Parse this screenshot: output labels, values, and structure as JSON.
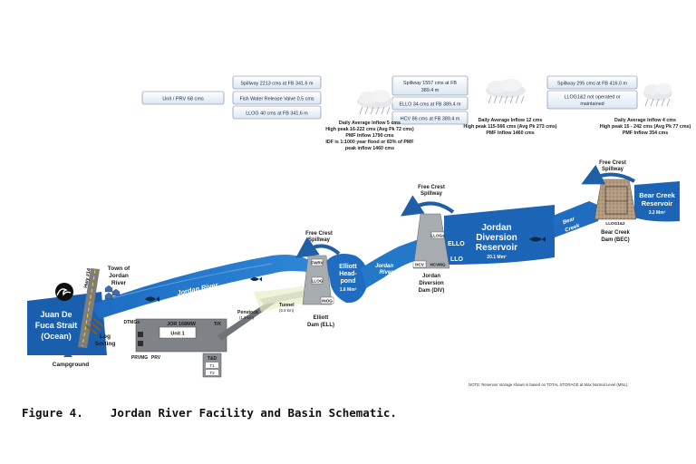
{
  "info_boxes": {
    "unit_prv": "Unit / PRV 68 cms",
    "ell_spillway": "Spillway 2213 cms at FB 341.6 m",
    "ell_fwrv": "Fish Water Release Valve 0.5 cms",
    "ell_llog": "LLOG 40 cms at FB 341.6 m",
    "div_spillway_l1": "Spillway 1557 cms at FB",
    "div_spillway_l2": "389.4 m",
    "div_ello": "ELLO 34 cms at FB 389.4 m",
    "div_hcv": "HCV 86 cms at FB 389.4 m",
    "bec_spillway": "Spillway 295 cms at FB 416.0 m",
    "bec_llog_l1": "LLOG1&2 not operated or",
    "bec_llog_l2": "maintained"
  },
  "inflows": {
    "ell": [
      "Daily Average Inflow 5 cms",
      "High peak 16-222 cms (Avg Pk 72 cms)",
      "PMF Inflow 1790 cms",
      "IDF is 1:1000 year flood or 83% of PMF",
      "peak inflow 1460 cms"
    ],
    "div": [
      "Daily Average Inflow 12 cms",
      "High peak 115-566 cms (Avg Pk 273 cms)",
      "PMF Inflow 1460 cms"
    ],
    "bec": [
      "Daily Average Inflow 4 cms",
      "High peak 15 - 242 cms (Avg Pk 77 cms)",
      "PMF Inflow 354 cms"
    ]
  },
  "labels": {
    "ocean_l1": "Juan De",
    "ocean_l2": "Fuca Strait",
    "ocean_l3": "(Ocean)",
    "hwy": "Hwy #14",
    "town_l1": "Town of",
    "town_l2": "Jordan",
    "town_l3": "River",
    "jordan_river_main": "Jordan River",
    "log_l1": "Log",
    "log_l2": "Sorting",
    "campground": "Campground",
    "dtmgs": "DTMGs",
    "jor": "JOR 168MW",
    "unit1": "Unit 1",
    "tk": "T/K",
    "prvmg": "PRVMG",
    "prv": "PRV",
    "td": "T&D",
    "t1": "T1",
    "t2": "T2",
    "penstock_l1": "Penstock",
    "penstock_l2": "(1.6 km)",
    "tunnel_l1": "Tunnel",
    "tunnel_l2": "(5.5 km)",
    "ell_free_l1": "Free Crest",
    "ell_free_l2": "Spillway",
    "fwrv": "FWRV",
    "llog_ell": "LLOG",
    "inog": "INOG",
    "ell_dam_l1": "Elliott",
    "ell_dam_l2": "Dam (ELL)",
    "headpond_l1": "Elliott",
    "headpond_l2": "Head-",
    "headpond_l3": "pond",
    "headpond_vol": "1.6 Mm³",
    "jordan_river_mid_l1": "Jordan",
    "jordan_river_mid_l2": "River",
    "div_free_l1": "Free Crest",
    "div_free_l2": "Spillway",
    "llogs": "LLOGs",
    "ello": "ELLO",
    "hcv": "HCV",
    "hcvmg": "HCVMG",
    "llo": "LLO",
    "div_dam_l1": "Jordan",
    "div_dam_l2": "Diversion",
    "div_dam_l3": "Dam (DIV)",
    "div_res_l1": "Jordan",
    "div_res_l2": "Diversion",
    "div_res_l3": "Reservoir",
    "div_res_vol": "20.1 Mm³",
    "bear_creek_l1": "Bear",
    "bear_creek_l2": "Creek",
    "bec_free_l1": "Free Crest",
    "bec_free_l2": "Spillway",
    "llog12": "LLOG1&2",
    "bec_dam_l1": "Bear Creek",
    "bec_dam_l2": "Dam (BEC)",
    "bec_res_l1": "Bear Creek",
    "bec_res_l2": "Reservoir",
    "bec_res_vol": "3.2 Mm³"
  },
  "note": "NOTE: Reservoir storage shown is based on TOTAL STORAGE at Max Normal Level (MNL).",
  "caption": "Figure 4.    Jordan River Facility and Basin Schematic.",
  "colors": {
    "water_dark": "#1565b8",
    "water_light": "#3a8fd8",
    "box_fill": "#ffffff",
    "dam_grey": "#9ea3a8",
    "fish": "#0d2b45"
  }
}
